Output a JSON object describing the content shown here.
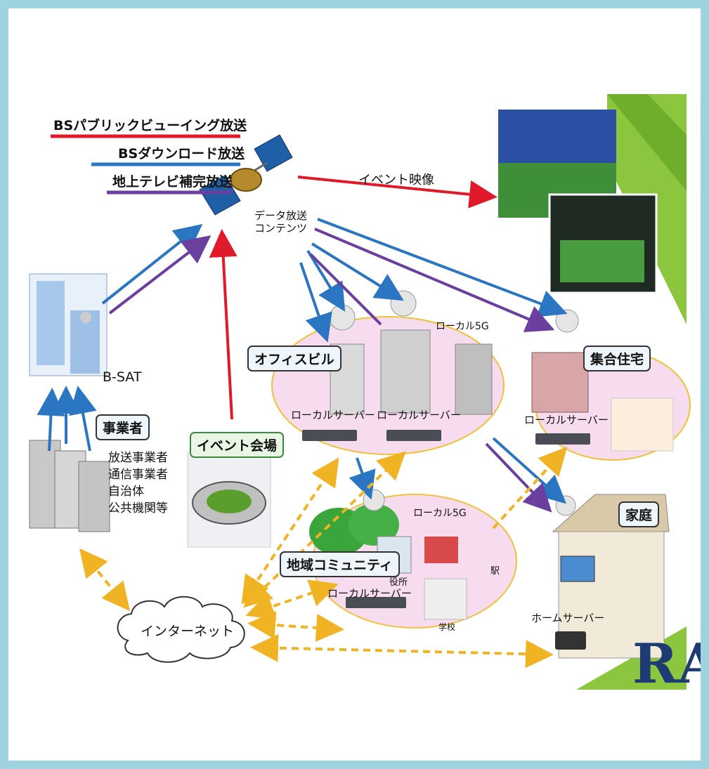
{
  "broadcasts": {
    "public_viewing": "BSパブリックビューイング放送",
    "download": "BSダウンロード放送",
    "terrestrial_complement": "地上テレビ補完放送"
  },
  "legend_colors": {
    "red": "#e0192b",
    "blue": "#2a76c2",
    "purple": "#6a3fa0",
    "orange": "#f0b323"
  },
  "arrows": {
    "event_video": "イベント映像",
    "data_content": "データ放送\nコンテンツ"
  },
  "nodes": {
    "bsat": "B-SAT",
    "operators": "事業者",
    "operator_types": [
      "放送事業者",
      "通信事業者",
      "自治体",
      "公共機関等"
    ],
    "event_venue": "イベント会場",
    "office_building": "オフィスビル",
    "local5g_1": "ローカル5G",
    "local_server_1": "ローカルサーバー",
    "local_server_2": "ローカルサーバー",
    "apartment": "集合住宅",
    "local_server_3": "ローカルサーバー",
    "community": "地域コミュニティ",
    "local5g_2": "ローカル5G",
    "city_hall": "役所",
    "station": "駅",
    "school": "学校",
    "local_server_4": "ローカルサーバー",
    "home": "家庭",
    "home_server": "ホームサーバー",
    "internet": "インターネット"
  },
  "logo_text": "RA"
}
